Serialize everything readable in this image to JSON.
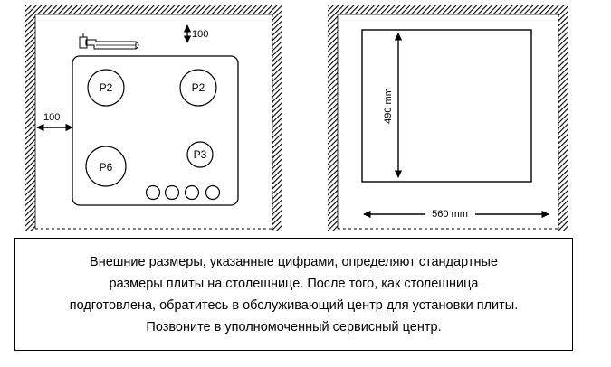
{
  "left_diagram": {
    "depth_clearance": "100",
    "side_clearance": "100",
    "burners": [
      {
        "label": "P2"
      },
      {
        "label": "P2"
      },
      {
        "label": "P6"
      },
      {
        "label": "P3"
      }
    ],
    "knob_count": 4
  },
  "right_diagram": {
    "height_label": "490 mm",
    "width_label": "560 mm"
  },
  "note": {
    "lines": [
      "Внешние размеры, указанные цифрами, определяют  стандартные",
      "размеры плиты на столешнице. После того, как столешница",
      "подготовлена, обратитесь в обслуживающий центр для установки плиты.",
      "Позвоните в уполномоченный сервисный центр."
    ]
  }
}
